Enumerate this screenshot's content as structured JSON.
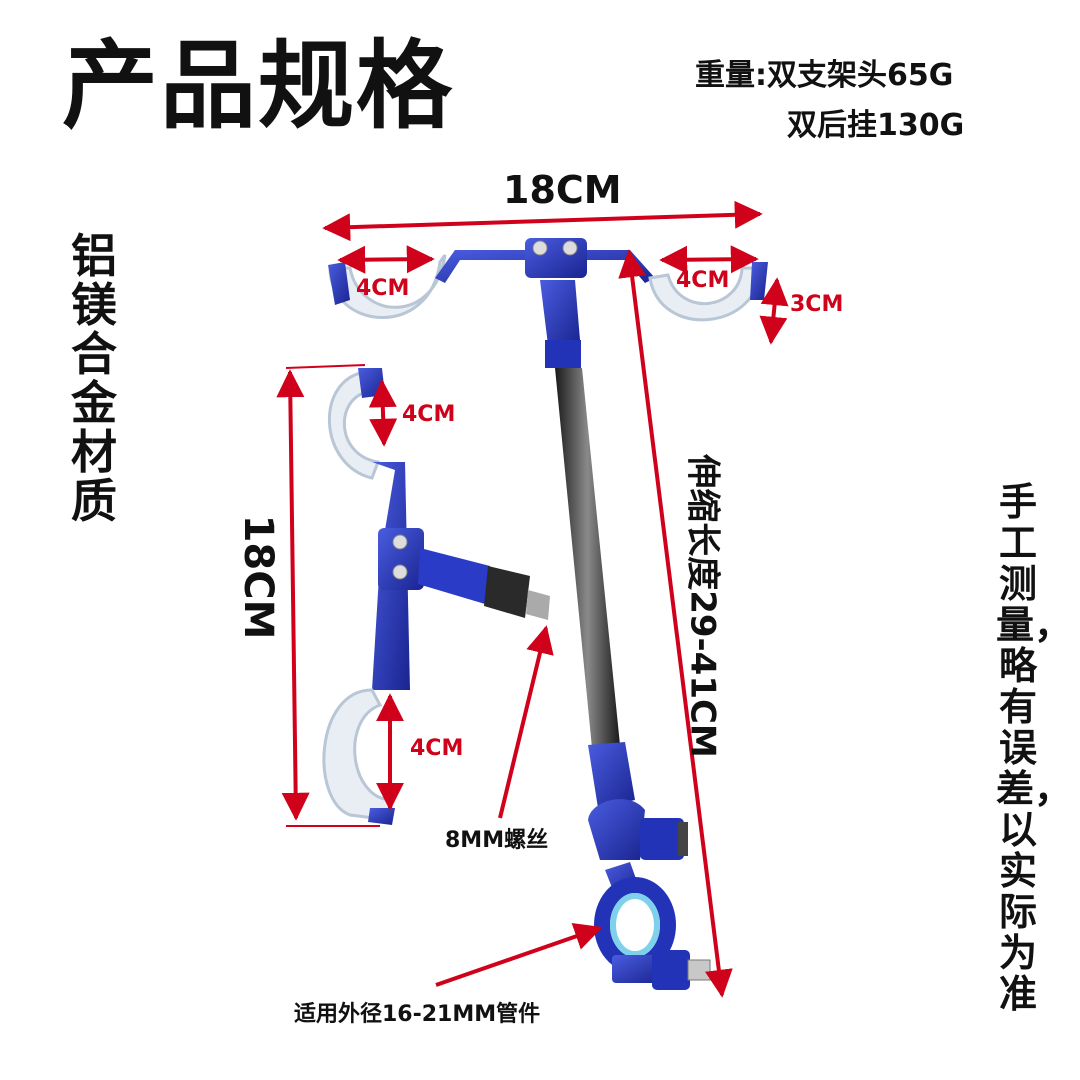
{
  "title": "产品规格",
  "weight": {
    "line1": "重量:双支架头65G",
    "line2": "双后挂130G"
  },
  "material": "铝镁合金材质",
  "disclaimer": "手工测量，略有误差，以实际为准",
  "dimensions": {
    "top_width": "18CM",
    "top_left_cup": "4CM",
    "top_right_cup": "4CM",
    "top_cup_depth": "3CM",
    "side_length": "18CM",
    "side_top_cup": "4CM",
    "side_bottom_cup": "4CM",
    "telescopic": "伸缩长度29-41CM"
  },
  "labels": {
    "screw": "8MM螺丝",
    "tube": "适用外径16-21MM管件"
  },
  "colors": {
    "accent_blue": "#2233b8",
    "arrow_red": "#d0021b"
  }
}
